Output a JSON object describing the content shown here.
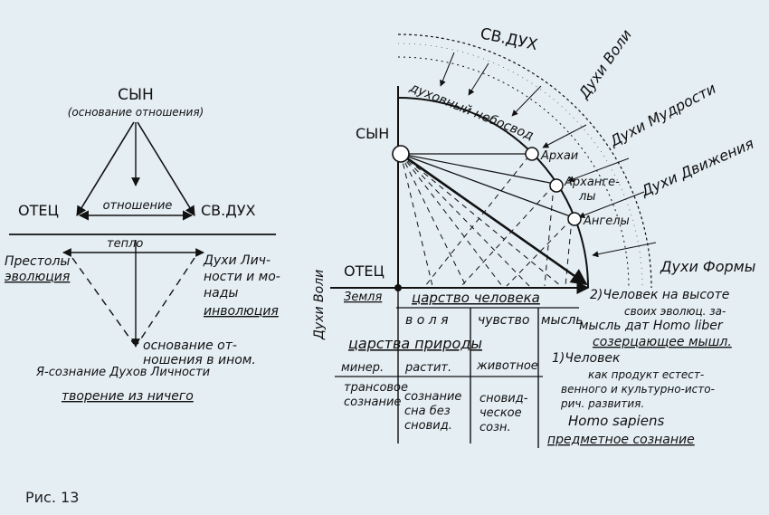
{
  "caption": "Рис. 13",
  "left": {
    "son": "СЫН",
    "son_sub": "(основание отношения)",
    "father": "ОТЕЦ",
    "relation": "отношение",
    "holy_spirit": "СВ.ДУХ",
    "warmth": "тепло",
    "thrones": "Престолы",
    "evolution": "эволюция",
    "spirits_line1": "Духи Лич-",
    "spirits_line2": "ности и мо-",
    "spirits_line3": "нады",
    "involution": "инволюция",
    "base_line1": "основание от-",
    "base_line2": "ношения в ином.",
    "self_consciousness": "Я-сознание Духов Личности",
    "creation": "творение из ничего"
  },
  "right": {
    "holy_spirit_arc": "СВ.ДУХ",
    "spiritual_sky": "духовный небосвод",
    "son": "СЫН",
    "archai": "Архаи",
    "archangels_line1": "Арханге-",
    "archangels_line2": "лы",
    "angels": "Ангелы",
    "spirits_will": "Духи Воли",
    "spirits_wisdom": "Духи Мудрости",
    "spirits_motion": "Духи Движения",
    "spirits_form": "Духи Формы",
    "father": "ОТЕЦ",
    "spirits_will_vertical": "Духи Воли",
    "earth": "Земля",
    "kingdom_man": "царство человека",
    "will": "в о л я",
    "feeling": "чувство",
    "thought": "мысль",
    "kingdoms_nature": "царства природы",
    "mineral": "минер.",
    "plant": "растит.",
    "animal": "животное",
    "trance_1": "трансовое",
    "trance_2": "сознание",
    "sleep_1": "сознание",
    "sleep_2": "сна без",
    "sleep_3": "сновид.",
    "dream_1": "сновид-",
    "dream_2": "ческое",
    "dream_3": "созн.",
    "man2_line1": "2)Человек на высоте",
    "man2_line2": "своих эволюц. за-",
    "man2_line3": "мысль дат Homo liber",
    "man2_line4": "созерцающее мышл.",
    "man1_line1": "1)Человек",
    "man1_line2": "как продукт естест-",
    "man1_line3": "венного и культурно-исто-",
    "man1_line4": "рич. развития.",
    "homo_sapiens": "Homo sapiens",
    "object_consciousness": "предметное сознание"
  }
}
